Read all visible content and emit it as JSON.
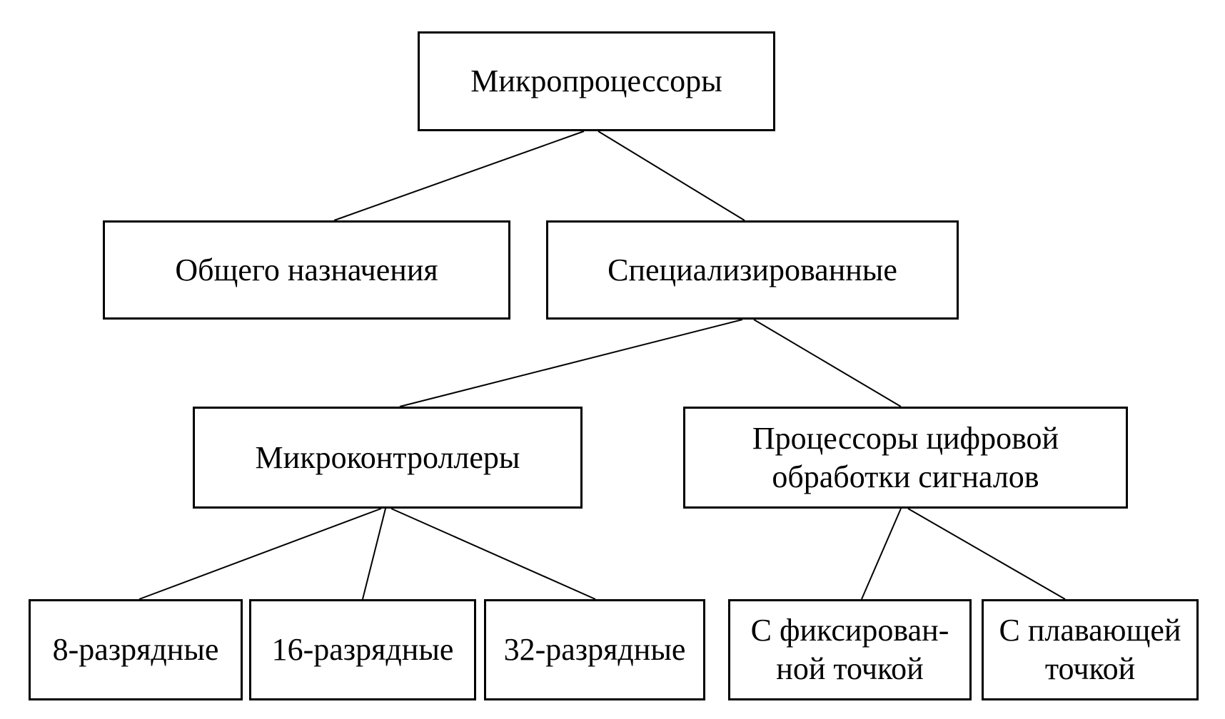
{
  "diagram": {
    "type": "tree",
    "title": "",
    "language": "ru",
    "colors": {
      "border": "#000000",
      "background": "#ffffff",
      "text": "#000000",
      "line": "#000000"
    },
    "nodes": {
      "root": {
        "label": "Микропроцессоры"
      },
      "general": {
        "label": "Общего назначения"
      },
      "specialized": {
        "label": "Специализированные"
      },
      "micro": {
        "label": "Микроконтроллеры"
      },
      "dsp": {
        "label": "Процессоры цифровой\nобработки сигналов"
      },
      "bit8": {
        "label": "8-разрядные"
      },
      "bit16": {
        "label": "16-разрядные"
      },
      "bit32": {
        "label": "32-разрядные"
      },
      "fixed": {
        "label": "С фиксирован-\nной точкой"
      },
      "floating": {
        "label": "С плавающей\nточкой"
      }
    },
    "edges": [
      {
        "from": "root",
        "to": "general"
      },
      {
        "from": "root",
        "to": "specialized"
      },
      {
        "from": "specialized",
        "to": "micro"
      },
      {
        "from": "specialized",
        "to": "dsp"
      },
      {
        "from": "micro",
        "to": "bit8"
      },
      {
        "from": "micro",
        "to": "bit16"
      },
      {
        "from": "micro",
        "to": "bit32"
      },
      {
        "from": "dsp",
        "to": "fixed"
      },
      {
        "from": "dsp",
        "to": "floating"
      }
    ]
  }
}
